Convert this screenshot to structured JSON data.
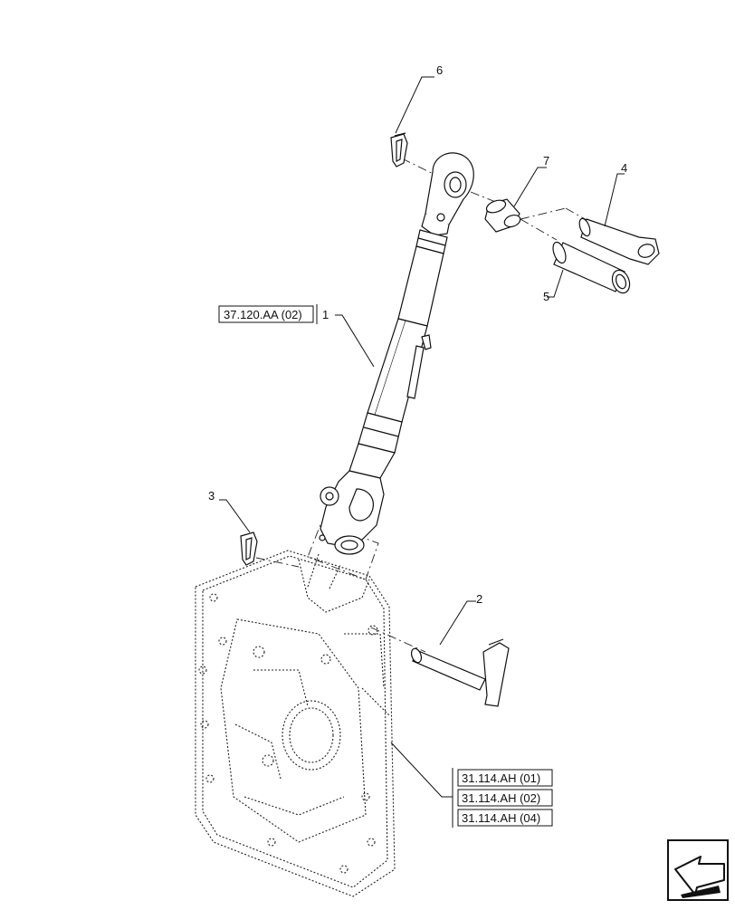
{
  "callouts": {
    "c1": "1",
    "c2": "2",
    "c3": "3",
    "c4": "4",
    "c5": "5",
    "c6": "6",
    "c7": "7"
  },
  "references": {
    "top_link": "37.120.AA (02)",
    "housing_1": "31.114.AH (01)",
    "housing_2": "31.114.AH (02)",
    "housing_3": "31.114.AH (04)"
  },
  "nav": {
    "icon": "previous-page-arrow-icon"
  }
}
